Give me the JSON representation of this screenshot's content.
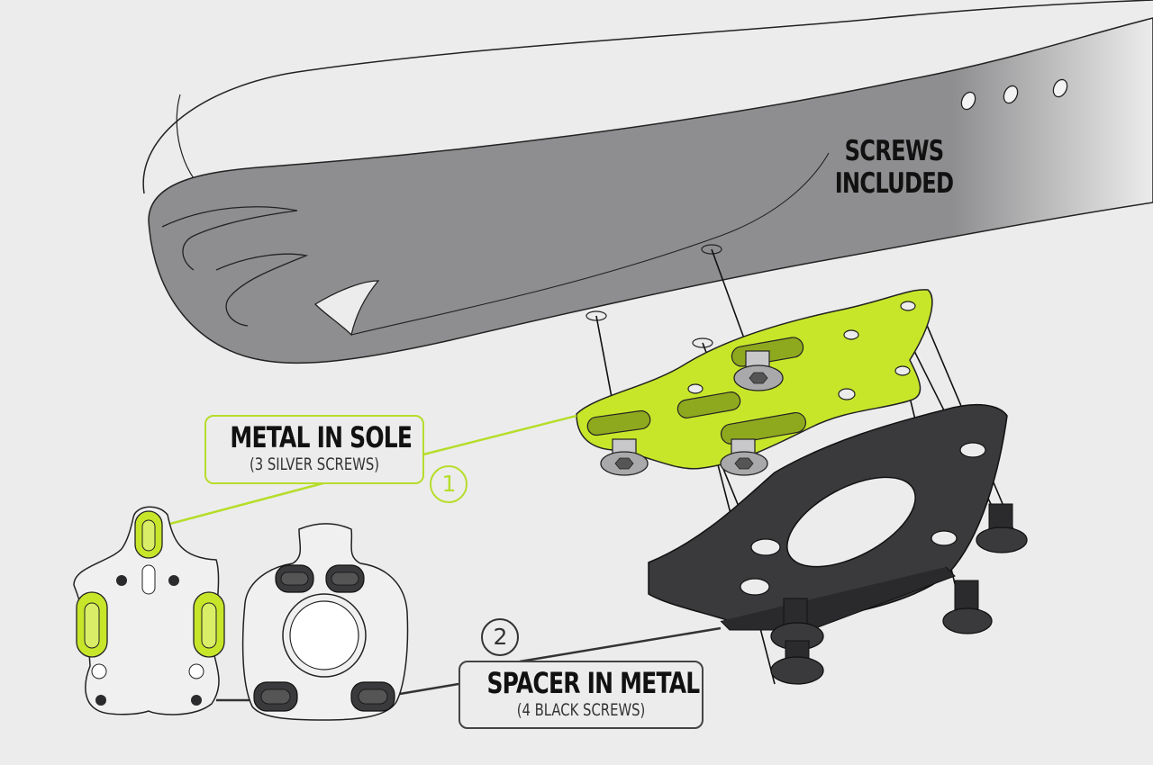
{
  "colors": {
    "background": "#ececec",
    "shoe_sole": "#8e8e90",
    "metal_plate": "#c7e62a",
    "spacer": "#3a3a3c",
    "screw_silver": "#a9a9ab",
    "screw_black": "#2b2b2d"
  },
  "headline": {
    "screws_line1": "SCREWS",
    "screws_line2": "INCLUDED"
  },
  "callout_1": {
    "number": "1",
    "title": "METAL IN SOLE",
    "subtitle": "(3 SILVER SCREWS)"
  },
  "callout_2": {
    "number": "2",
    "title": "SPACER IN METAL",
    "subtitle": "(4 BLACK SCREWS)"
  },
  "icons": [
    "shoe-sole-icon",
    "metal-plate-icon",
    "spacer-icon",
    "cleat-icon",
    "screw-icon"
  ]
}
